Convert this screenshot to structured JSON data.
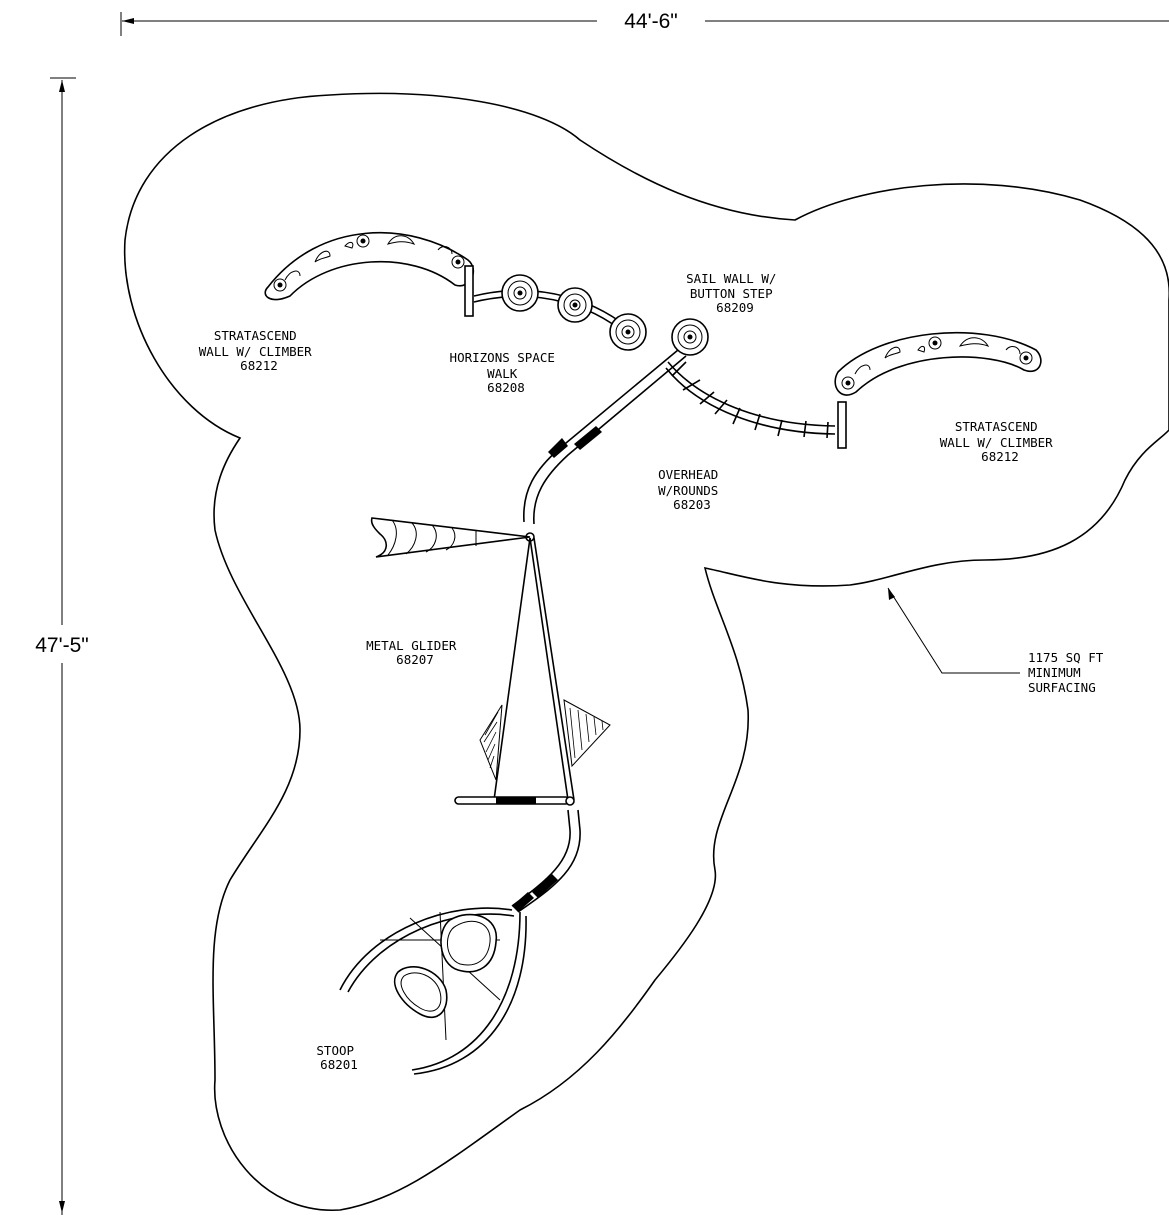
{
  "dimensions": {
    "width": "44'-6\"",
    "height": "47'-5\""
  },
  "components": [
    {
      "id": "stratascend-left",
      "lines": [
        "STRATASCEND",
        "WALL W/ CLIMBER",
        "68212"
      ]
    },
    {
      "id": "horizons",
      "lines": [
        "HORIZONS SPACE",
        "WALK",
        "68208"
      ]
    },
    {
      "id": "sail-wall",
      "lines": [
        "SAIL WALL W/",
        "BUTTON STEP",
        "68209"
      ]
    },
    {
      "id": "stratascend-right",
      "lines": [
        "STRATASCEND",
        "WALL W/ CLIMBER",
        "68212"
      ]
    },
    {
      "id": "overhead",
      "lines": [
        "OVERHEAD",
        "W/ROUNDS",
        "68203"
      ]
    },
    {
      "id": "glider",
      "lines": [
        "METAL GLIDER",
        "68207"
      ]
    },
    {
      "id": "stoop",
      "lines": [
        "STOOP",
        "68201"
      ]
    }
  ],
  "surfacing_callout": [
    "1175 SQ FT",
    "MINIMUM",
    "SURFACING"
  ],
  "colors": {
    "line": "#000000",
    "background": "#ffffff"
  }
}
